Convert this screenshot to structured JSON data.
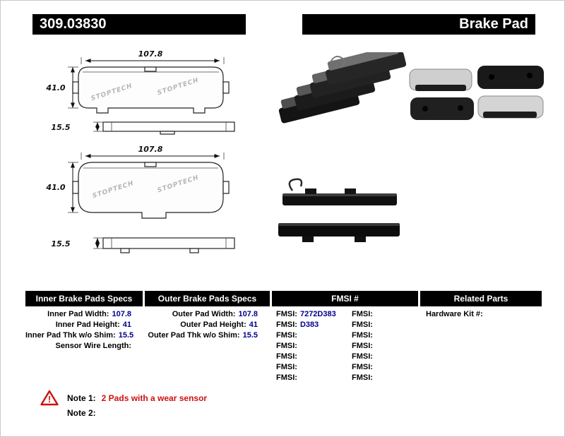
{
  "header": {
    "part_number": "309.03830",
    "product_name": "Brake Pad"
  },
  "diagram": {
    "watermark": "STOPTECH",
    "view1": {
      "width": "107.8",
      "height": "41.0",
      "thickness": "15.5"
    },
    "view2": {
      "width": "107.8",
      "height": "41.0",
      "thickness": "15.5"
    }
  },
  "spec_table": {
    "inner": {
      "title": "Inner Brake Pads Specs",
      "rows": [
        {
          "label": "Inner Pad Width:",
          "value": "107.8"
        },
        {
          "label": "Inner Pad Height:",
          "value": "41"
        },
        {
          "label": "Inner Pad Thk w/o Shim:",
          "value": "15.5"
        },
        {
          "label": "Sensor Wire Length:",
          "value": ""
        }
      ]
    },
    "outer": {
      "title": "Outer Brake Pads Specs",
      "rows": [
        {
          "label": "Outer Pad Width:",
          "value": "107.8"
        },
        {
          "label": "Outer Pad Height:",
          "value": "41"
        },
        {
          "label": "Outer Pad Thk w/o Shim:",
          "value": "15.5"
        }
      ]
    },
    "fmsi": {
      "title": "FMSI #",
      "left_rows": [
        {
          "label": "FMSI:",
          "value": "7272D383"
        },
        {
          "label": "FMSI:",
          "value": "D383"
        },
        {
          "label": "FMSI:",
          "value": ""
        },
        {
          "label": "FMSI:",
          "value": ""
        },
        {
          "label": "FMSI:",
          "value": ""
        },
        {
          "label": "FMSI:",
          "value": ""
        },
        {
          "label": "FMSI:",
          "value": ""
        }
      ],
      "right_rows": [
        {
          "label": "FMSI:",
          "value": ""
        },
        {
          "label": "FMSI:",
          "value": ""
        },
        {
          "label": "FMSI:",
          "value": ""
        },
        {
          "label": "FMSI:",
          "value": ""
        },
        {
          "label": "FMSI:",
          "value": ""
        },
        {
          "label": "FMSI:",
          "value": ""
        },
        {
          "label": "FMSI:",
          "value": ""
        }
      ]
    },
    "related": {
      "title": "Related Parts",
      "rows": [
        {
          "label": "Hardware Kit #:",
          "value": ""
        }
      ]
    }
  },
  "notes": {
    "warning_glyph": "!",
    "note1_label": "Note 1:",
    "note1_text": "2 Pads with a wear sensor",
    "note2_label": "Note 2:",
    "note2_text": ""
  },
  "colors": {
    "bar_bg": "#000000",
    "value_text": "#00008B",
    "note_red": "#cc1111"
  }
}
